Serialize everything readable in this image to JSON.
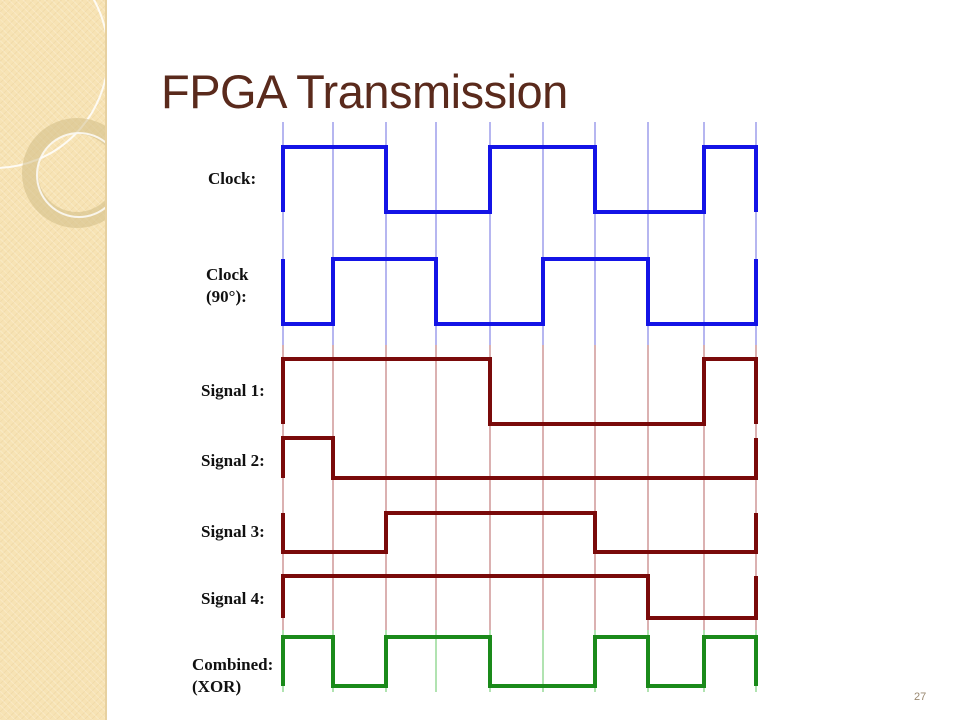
{
  "slide": {
    "title": "FPGA Transmission",
    "slide_number": "27"
  },
  "diagram": {
    "type": "timing-diagram",
    "grid": {
      "blue_lines": [
        "all 10 half-period boundaries from Clock and Clock (90°) edges"
      ],
      "red_lines": [
        "same boundaries in the signal section"
      ],
      "green_lines": [
        "same boundaries in the combined section"
      ]
    },
    "signals": [
      {
        "id": "clock",
        "label": [
          "Clock:"
        ],
        "color": "#1414e6",
        "levels": [
          1,
          1,
          0,
          0,
          1,
          1,
          0,
          0,
          1
        ]
      },
      {
        "id": "clock90",
        "label": [
          "Clock",
          "(90°):"
        ],
        "color": "#1414e6",
        "levels": [
          0,
          1,
          1,
          0,
          0,
          1,
          1,
          0,
          0
        ]
      },
      {
        "id": "signal1",
        "label": [
          "Signal 1:"
        ],
        "color": "#7a0a0a",
        "levels": [
          1,
          1,
          1,
          1,
          0,
          0,
          0,
          0,
          1
        ]
      },
      {
        "id": "signal2",
        "label": [
          "Signal 2:"
        ],
        "color": "#7a0a0a",
        "levels": [
          1,
          0,
          0,
          0,
          0,
          0,
          0,
          0,
          0
        ]
      },
      {
        "id": "signal3",
        "label": [
          "Signal 3:"
        ],
        "color": "#7a0a0a",
        "levels": [
          0,
          0,
          1,
          1,
          1,
          1,
          0,
          0,
          0
        ]
      },
      {
        "id": "signal4",
        "label": [
          "Signal 4:"
        ],
        "color": "#7a0a0a",
        "levels": [
          1,
          1,
          1,
          1,
          1,
          1,
          1,
          0,
          0
        ]
      },
      {
        "id": "combined",
        "label": [
          "Combined:",
          "(XOR)"
        ],
        "color": "#1a8a1a",
        "levels": [
          1,
          0,
          1,
          1,
          0,
          0,
          1,
          0,
          1
        ]
      }
    ]
  }
}
